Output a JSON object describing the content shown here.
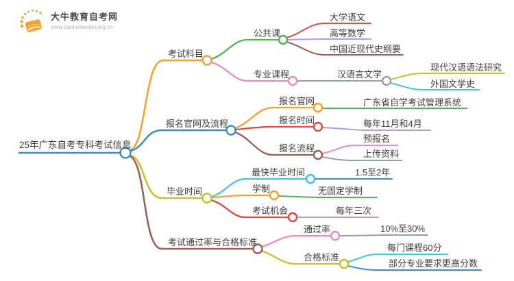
{
  "logo": {
    "site_name": "大牛教育自考网",
    "site_url": "www.daniuxuexiao.org.cn"
  },
  "palette": {
    "blue": "#3E8CC7",
    "orange": "#F7A12E",
    "green": "#53B156",
    "pink": "#F08BBB",
    "red": "#DC4B42",
    "lavender": "#B79DD8",
    "brown": "#9A6055",
    "olive": "#C2C32E",
    "cyan": "#3DC6DC",
    "gray": "#999FA3",
    "text": "#3D3D3D",
    "logo_orange": "#F6A22D"
  },
  "mindmap": {
    "root": "25年广东自考专科考试信息",
    "branches": [
      {
        "label": "考试科目",
        "children": [
          {
            "label": "公共课",
            "children": [
              {
                "label": "大学语文"
              },
              {
                "label": "高等数学"
              },
              {
                "label": "中国近现代史纲要"
              }
            ]
          },
          {
            "label": "专业课程",
            "children": [
              {
                "label": "汉语言文学",
                "children": [
                  {
                    "label": "现代汉语语法研究"
                  },
                  {
                    "label": "外国文学史"
                  }
                ]
              }
            ]
          }
        ]
      },
      {
        "label": "报名官网及流程",
        "children": [
          {
            "label": "报名官网",
            "children": [
              {
                "label": "广东省自学考试管理系统"
              }
            ]
          },
          {
            "label": "报名时间",
            "children": [
              {
                "label": "每年11月和4月"
              }
            ]
          },
          {
            "label": "报名流程",
            "children": [
              {
                "label": "预报名"
              },
              {
                "label": "上传资料"
              }
            ]
          }
        ]
      },
      {
        "label": "毕业时间",
        "children": [
          {
            "label": "最快毕业时间",
            "children": [
              {
                "label": "1.5至2年"
              }
            ]
          },
          {
            "label": "学制",
            "children": [
              {
                "label": "无固定学制"
              }
            ]
          },
          {
            "label": "考试机会",
            "children": [
              {
                "label": "每年三次"
              }
            ]
          }
        ]
      },
      {
        "label": "考试通过率与合格标准",
        "children": [
          {
            "label": "通过率",
            "children": [
              {
                "label": "10%至30%"
              }
            ]
          },
          {
            "label": "合格标准",
            "children": [
              {
                "label": "每门课程60分"
              },
              {
                "label": "部分专业要求更高分数"
              }
            ]
          }
        ]
      }
    ]
  }
}
